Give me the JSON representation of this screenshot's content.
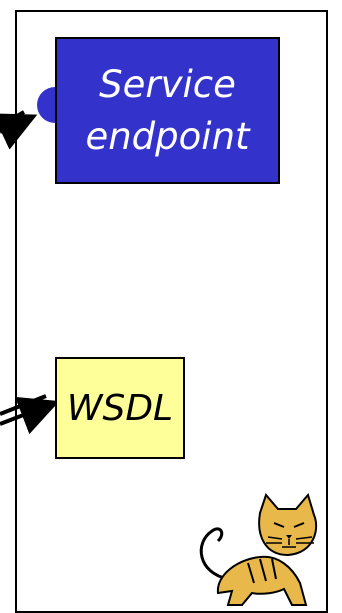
{
  "diagram": {
    "service_endpoint": {
      "label_line1": "Service",
      "label_line2": "endpoint"
    },
    "wsdl": {
      "label": "WSDL"
    },
    "logo": "tomcat-logo",
    "colors": {
      "service_fill": "#3333cc",
      "service_text": "#ffffff",
      "wsdl_fill": "#ffff99",
      "stroke": "#000000",
      "logo_tan": "#e8b84a"
    }
  }
}
